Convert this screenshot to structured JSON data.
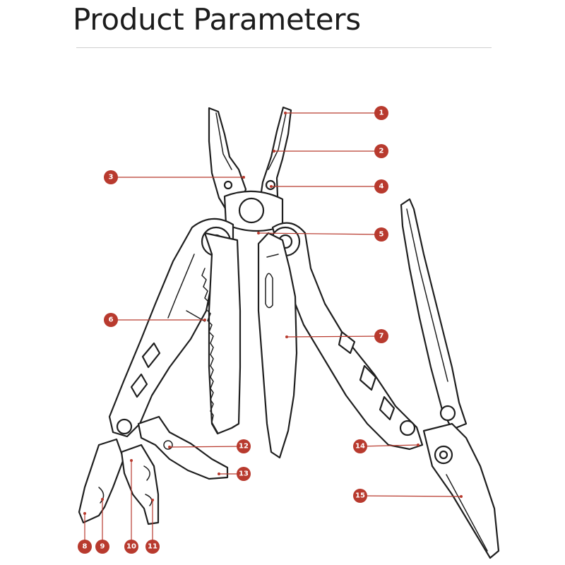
{
  "title": "Product Parameters",
  "accent_color": "#b83a2e",
  "callouts": [
    "1",
    "2",
    "3",
    "4",
    "5",
    "6",
    "7",
    "8",
    "9",
    "10",
    "11",
    "12",
    "13",
    "14",
    "15"
  ]
}
